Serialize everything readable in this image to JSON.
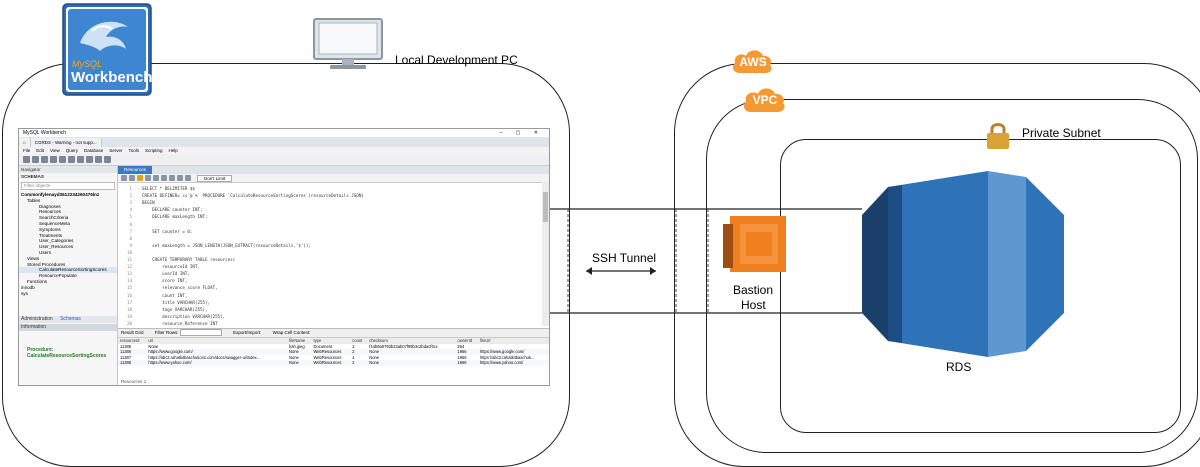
{
  "labels": {
    "local_pc": "Local Development PC",
    "aws": "AWS",
    "vpc": "VPC",
    "private_subnet": "Private Subnet",
    "ssh_tunnel": "SSH Tunnel",
    "bastion_line1": "Bastion",
    "bastion_line2": "Host",
    "rds": "RDS"
  },
  "logo": {
    "line1": "MySQL",
    "line2": "Workbench"
  },
  "workbench": {
    "title": "MySQL Workbench",
    "tab": "CGRDS - Warning - not supp...",
    "menu": [
      "File",
      "Edit",
      "View",
      "Query",
      "Database",
      "Server",
      "Tools",
      "Scripting",
      "Help"
    ],
    "navigator": "Navigator",
    "schemas": "SCHEMAS",
    "filter_placeholder": "Filter objects",
    "tree": [
      "Commonfylenayd3612234260476lnz",
      "Tables",
      "Diagnoses",
      "Resources",
      "SearchCriteria",
      "SequenceMeta",
      "Symptoms",
      "Treatments",
      "User_Categories",
      "User_Resources",
      "Users",
      "Views",
      "Stored Procedures",
      "CalculateResourceSortingScores",
      "ResourcePopulate",
      "Functions",
      "innodb",
      "sys"
    ],
    "admin_tab": "Administration",
    "schemas_tab": "Schemas",
    "information": "Information",
    "procedure_label": "Procedure:",
    "procedure_name": "CalculateResourceSortingScores",
    "query_tab": "Resources",
    "limit_select": "Don't Limit",
    "code_lines": [
      "SELECT * DELIMITER $$",
      "CREATE DEFINER=`cs`@`%` PROCEDURE `CalculateResourceSortingScores`(resourceDetails JSON)",
      "BEGIN",
      "    DECLARE counter INT;",
      "    DECLARE maxLength INT;",
      "",
      "    SET counter = 0;",
      "",
      "    set maxLength = JSON_LENGTH(JSON_EXTRACT(resourceDetails,'$'));",
      "",
      "    CREATE TEMPORARY TABLE resources(",
      "        resourceId INT,",
      "        userId INT,",
      "        score INT,",
      "        relevance_score FLOAT,",
      "        count INT,",
      "        title VARCHAR(255),",
      "        tags VARCHAR(255),",
      "        description VARCHAR(255),",
      "        resource_Reference INT"
    ],
    "result_grid": "Result Grid",
    "filter_rows": "Filter Rows:",
    "export": "Export/Import:",
    "wrap": "Wrap Cell Content:",
    "result_headers": [
      "resourceId",
      "url",
      "fileName",
      "type",
      "count",
      "checksum",
      "ownerId",
      "fileUrl"
    ],
    "result_rows": [
      [
        "11385",
        "None",
        "hah.jpeg",
        "Document",
        "2",
        "f44b9a0793b22ab07f99b3c2bdacf6cc",
        "264",
        ""
      ],
      [
        "11386",
        "https://www.google.com/",
        "None",
        "WebResources",
        "2",
        "None",
        "1966",
        "https://www.google.com/"
      ],
      [
        "11387",
        "https://abc2.rahatkitbaschutions.com/docs/swagger-ui/index...",
        "None",
        "WebResources",
        "4",
        "None",
        "1966",
        "https://abc2.rahatkitbaschuk..."
      ],
      [
        "11388",
        "https://www.yahoo.com/",
        "None",
        "WebResources",
        "2",
        "None",
        "1966",
        "https://www.yahoo.com/"
      ]
    ],
    "result_footer": "Resources 1"
  },
  "colors": {
    "aws_orange": "#f49a35",
    "bastion_orange": "#ef7f1f",
    "rds_blue": "#2e73b8",
    "rds_dark": "#1c4d84",
    "rds_light": "#5f97d1",
    "lock_gold": "#d9a234",
    "frame": "#222222"
  },
  "icons": [
    "mysql-dolphin-logo",
    "desktop-computer-icon",
    "aws-cloud-icon",
    "vpc-cloud-icon",
    "lock-icon",
    "ec2-instance-icon",
    "rds-database-icon",
    "double-arrow-icon"
  ]
}
